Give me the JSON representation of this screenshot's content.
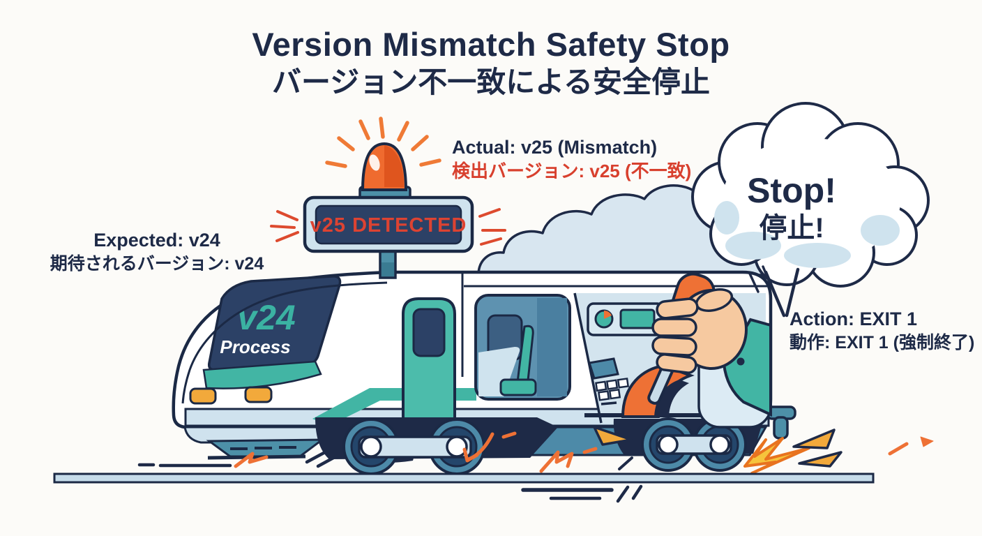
{
  "title": {
    "line1_en": "Version Mismatch Safety Stop",
    "line2_ja": "バージョン不一致による安全停止"
  },
  "annotations": {
    "expected": {
      "en": "Expected: v24",
      "ja": "期待されるバージョン: v24"
    },
    "actual": {
      "en": "Actual: v25 (Mismatch)",
      "ja": "検出バージョン: v25 (不一致)"
    },
    "action": {
      "en": "Action: EXIT 1",
      "ja": "動作: EXIT 1 (強制終了)"
    }
  },
  "warning_sign": {
    "text": "v25 DETECTED"
  },
  "train": {
    "windshield_version": "v24",
    "windshield_caption": "Process"
  },
  "speech_bubble": {
    "line1_en": "Stop!",
    "line2_ja": "停止!"
  },
  "colors": {
    "navy": "#1e2a47",
    "alert_red": "#d8402e",
    "sign_text_red": "#dd4332",
    "teal": "#42b5a4",
    "steel_blue": "#4d8aa8",
    "light_blue": "#cfe2ee",
    "orange": "#ee7135",
    "amber": "#f2a93b",
    "skin": "#f6c9a0",
    "background": "#fcfbf8"
  }
}
